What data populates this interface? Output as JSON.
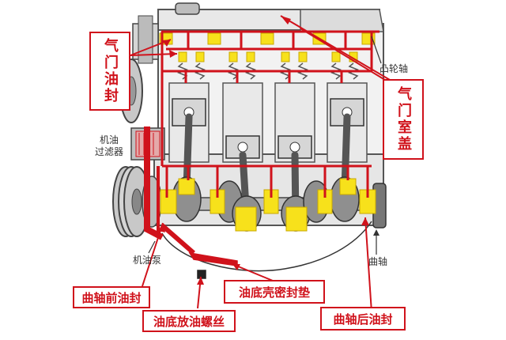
{
  "labels": {
    "valve_oil_seal": "气门油封",
    "valve_cover": "气门室盖",
    "front_crank_seal": "曲轴前油封",
    "drain_bolt": "油底放油螺丝",
    "pan_gasket": "油底壳密封垫",
    "rear_crank_seal": "曲轴后油封",
    "oil_filter_l1": "机油",
    "oil_filter_l2": "过滤器",
    "camshaft": "凸轮轴",
    "oil_pump": "机油泵",
    "crankshaft": "曲轴"
  },
  "colors": {
    "red": "#d0121b",
    "yellow": "#f7e11b",
    "metal": "#c9c9c9",
    "dark": "#444444"
  }
}
